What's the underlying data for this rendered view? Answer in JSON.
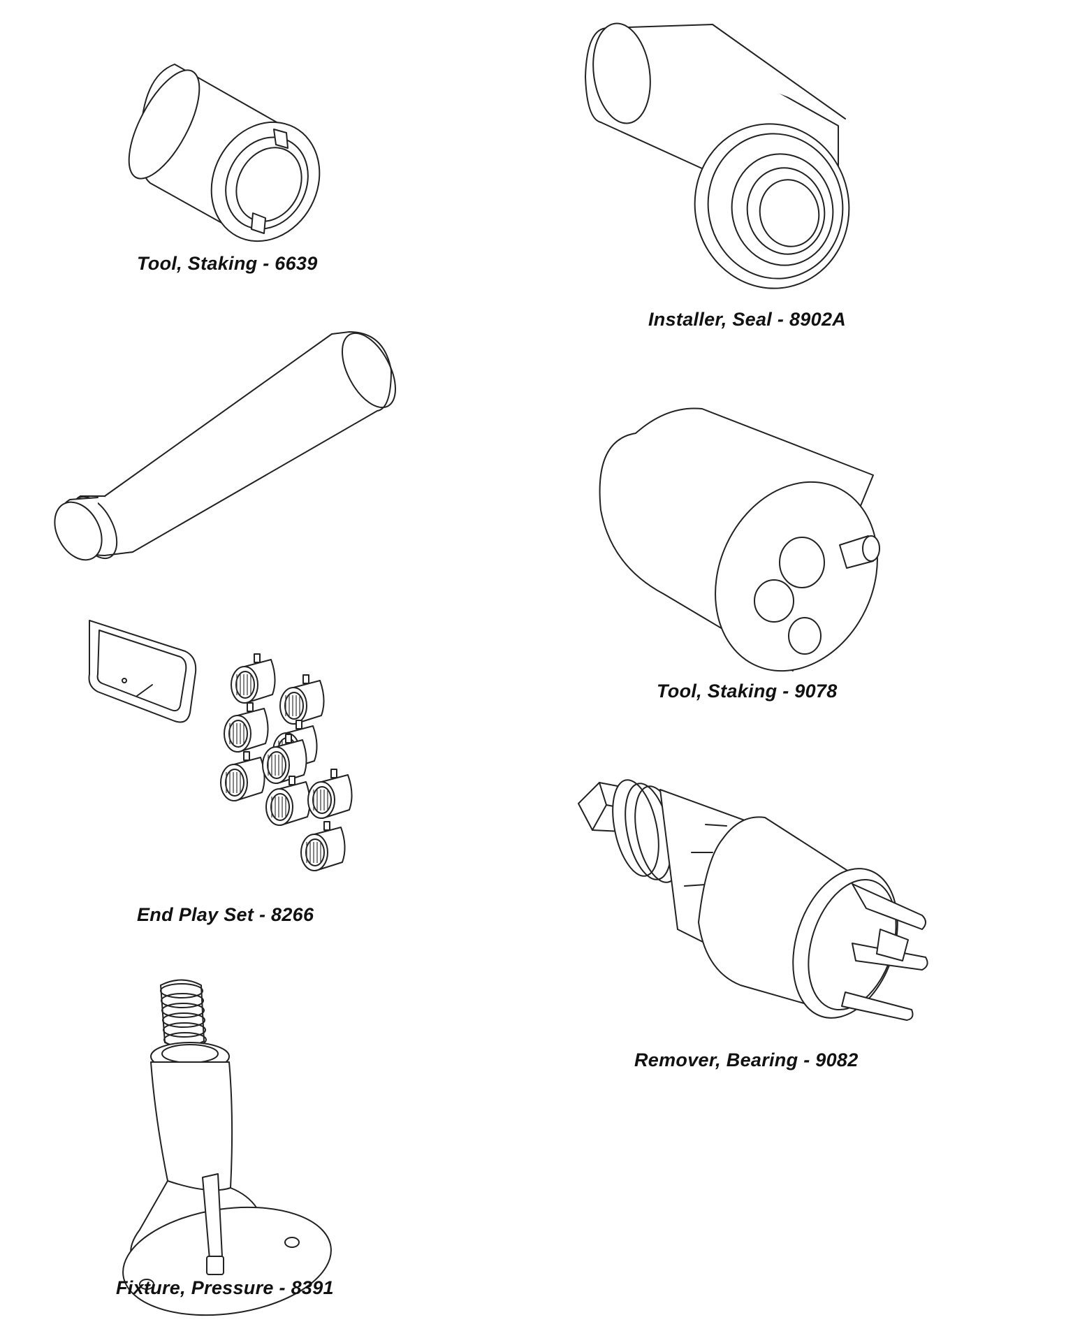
{
  "captions": {
    "staking_6639": "Tool, Staking - 6639",
    "installer_8902a": "Installer, Seal - 8902A",
    "staking_9078": "Tool, Staking - 9078",
    "end_play_8266": "End Play Set - 8266",
    "remover_9082": "Remover, Bearing - 9082",
    "fixture_8391": "Fixture, Pressure - 8391"
  }
}
